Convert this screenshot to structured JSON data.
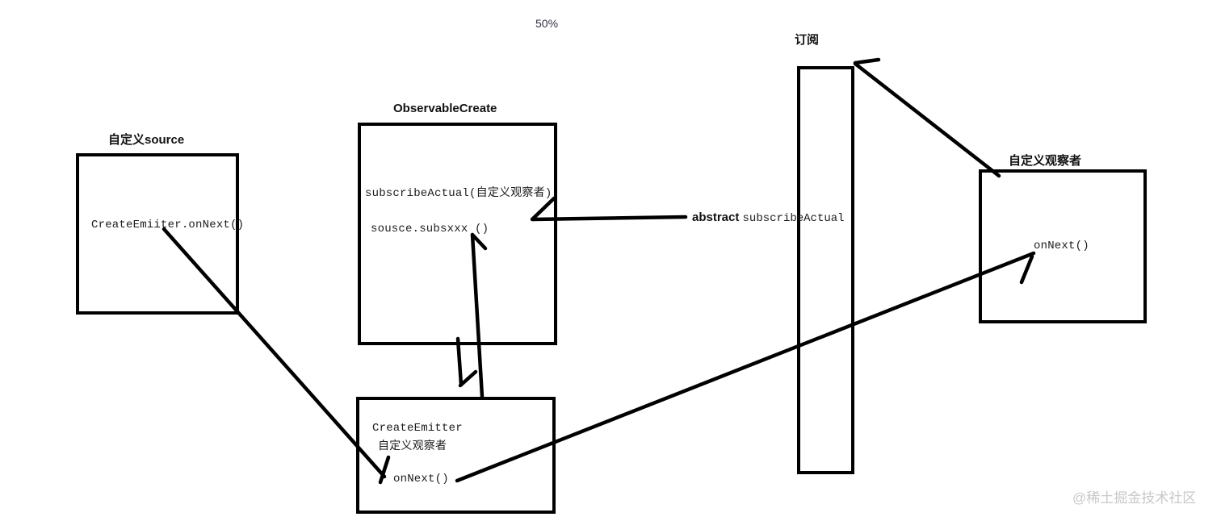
{
  "page": {
    "zoom_level": "50%",
    "watermark": "@稀土掘金技术社区"
  },
  "boxes": {
    "source": {
      "label": "自定义source",
      "content": "CreateEmiiter.onNext()"
    },
    "observable_create": {
      "label": "ObservableCreate",
      "method_line": "subscribeActual(自定义观察者)",
      "call_line": "sousce.subsxxx ()"
    },
    "create_emitter": {
      "title_line": "CreateEmitter",
      "subtitle_line": "自定义观察者",
      "method_line": "onNext()"
    },
    "observer": {
      "label": "自定义观察者",
      "method_line": "onNext()"
    },
    "subscribe_bar": {
      "label": "订阅"
    }
  },
  "notes": {
    "abstract_prefix": "abstract ",
    "abstract_method": "subscribeActual"
  },
  "colors": {
    "stroke": "#000000",
    "code_text": "#1c1c1c",
    "label_text": "#111111",
    "zoom_text": "#333344",
    "watermark": "#c8c8c8",
    "background": "#ffffff"
  }
}
